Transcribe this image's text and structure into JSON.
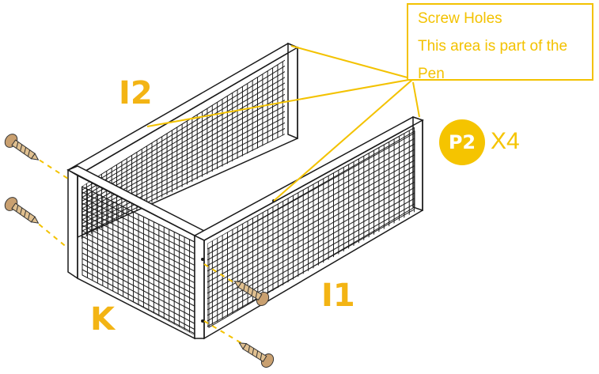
{
  "callout": {
    "line1": "Screw Holes",
    "line2": "This area is part of the",
    "line3": "Pen"
  },
  "labels": {
    "panel_i2": "I2",
    "panel_i1": "I1",
    "panel_k": "K"
  },
  "hardware": {
    "badge": "P2",
    "quantity": "X4"
  },
  "colors": {
    "accent": "#f3c200",
    "frame_line": "#1a1a1a",
    "screw": "#c9a070"
  }
}
